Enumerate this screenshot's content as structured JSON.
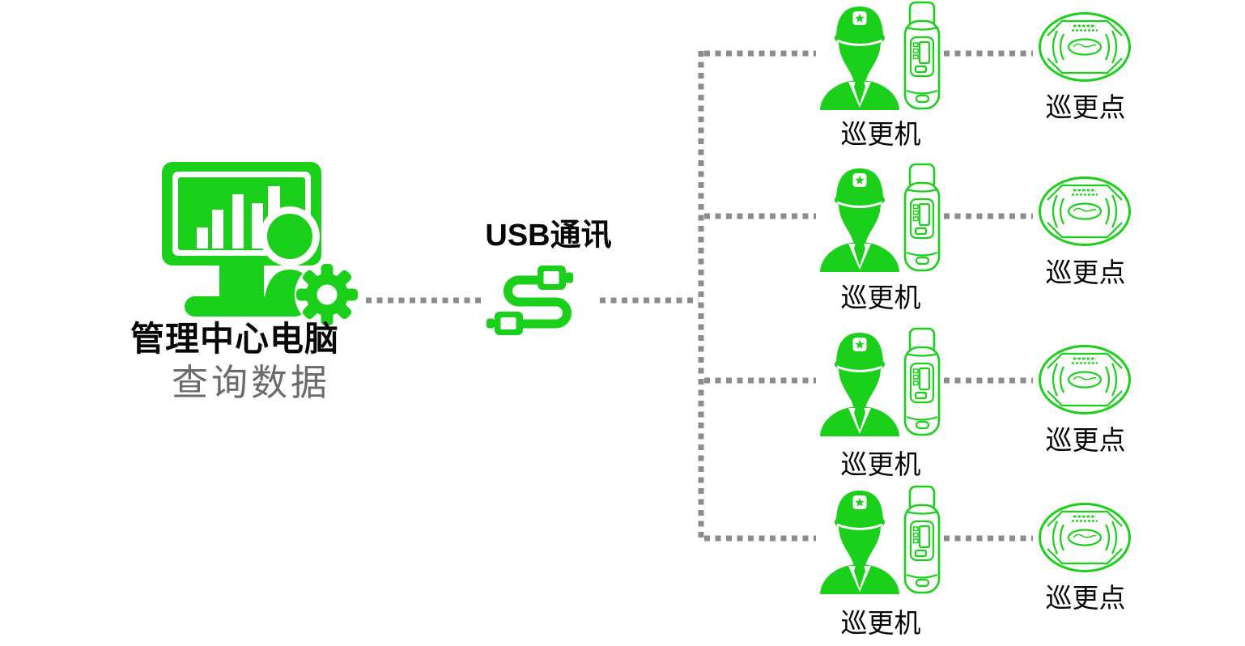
{
  "colors": {
    "green": "#1bd01b",
    "dot_gray": "#8c8c8c",
    "label_black": "#060606",
    "label_gray": "#6b6b6b"
  },
  "management_center": {
    "label": "管理中心电脑",
    "sublabel": "查询数据",
    "icon": "management-computer-icon"
  },
  "usb_link": {
    "label": "USB通讯",
    "icon": "usb-cable-icon"
  },
  "patrol_rows": [
    {
      "device_label": "巡更机",
      "point_label": "巡更点"
    },
    {
      "device_label": "巡更机",
      "point_label": "巡更点"
    },
    {
      "device_label": "巡更机",
      "point_label": "巡更点"
    },
    {
      "device_label": "巡更机",
      "point_label": "巡更点"
    }
  ],
  "icons": {
    "computer": "management-computer-icon",
    "gear": "gear-icon",
    "usb_cable": "usb-cable-icon",
    "guard": "guard-icon",
    "patrol_wand": "patrol-wand-icon",
    "checkpoint_tag": "checkpoint-tag-icon"
  }
}
